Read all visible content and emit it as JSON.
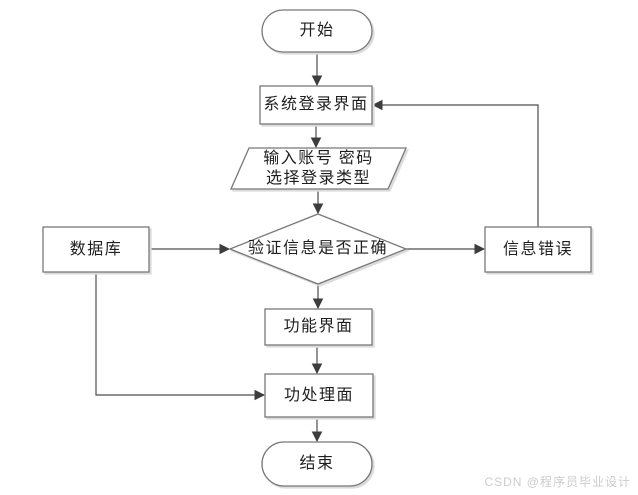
{
  "flowchart": {
    "nodes": {
      "start": {
        "label": "开始",
        "type": "terminator"
      },
      "login": {
        "label": "系统登录界面",
        "type": "process"
      },
      "input": {
        "line1": "输入账号 密码",
        "line2": "选择登录类型",
        "type": "input-output"
      },
      "verify": {
        "label": "验证信息是否正确",
        "type": "decision"
      },
      "database": {
        "label": "数据库",
        "type": "process"
      },
      "error": {
        "label": "信息错误",
        "type": "process"
      },
      "function": {
        "label": "功能界面",
        "type": "process"
      },
      "process": {
        "label": "功处理面",
        "type": "process"
      },
      "end": {
        "label": "结束",
        "type": "terminator"
      }
    },
    "edges": [
      {
        "from": "start",
        "to": "login"
      },
      {
        "from": "login",
        "to": "input"
      },
      {
        "from": "input",
        "to": "verify"
      },
      {
        "from": "verify",
        "to": "function"
      },
      {
        "from": "verify",
        "to": "error"
      },
      {
        "from": "database",
        "to": "verify"
      },
      {
        "from": "error",
        "to": "login"
      },
      {
        "from": "database",
        "to": "process"
      },
      {
        "from": "function",
        "to": "process"
      },
      {
        "from": "process",
        "to": "end"
      }
    ],
    "watermark": "CSDN @程序员毕业设计",
    "colors": {
      "background": "#ffffff",
      "shape_fill": "#ffffff",
      "shape_border": "#787878",
      "edge_line": "#4d4d4d",
      "arrowhead": "#3d3d3d",
      "text": "#1f1f1f",
      "shadow": "#dcdcdc",
      "watermark": "#cccccc"
    }
  }
}
